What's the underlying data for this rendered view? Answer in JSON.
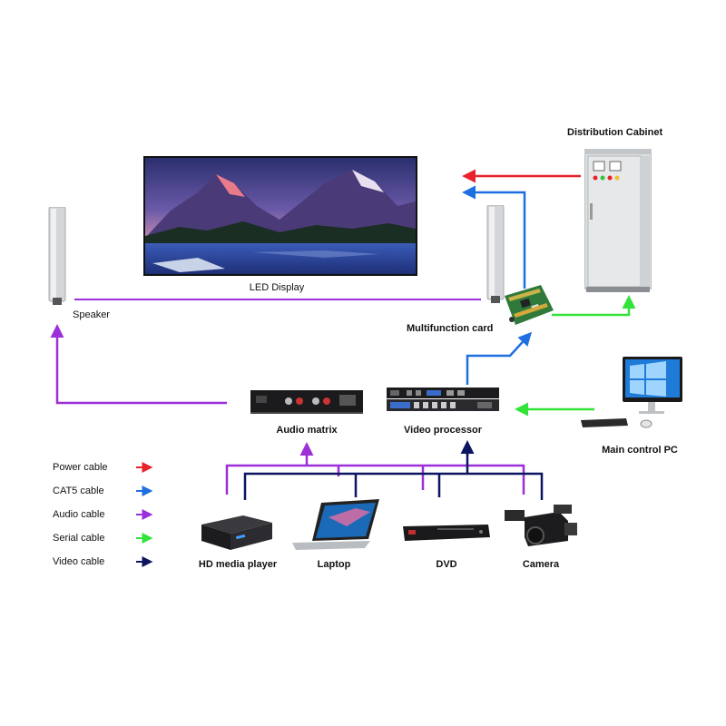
{
  "labels": {
    "distribution_cabinet": "Distribution Cabinet",
    "led_display": "LED Display",
    "speaker": "Speaker",
    "multifunction_card": "Multifunction card",
    "audio_matrix": "Audio matrix",
    "video_processor": "Video processor",
    "main_control_pc": "Main control PC",
    "hd_media_player": "HD media player",
    "laptop": "Laptop",
    "dvd": "DVD",
    "camera": "Camera"
  },
  "legend": [
    {
      "label": "Power cable",
      "color": "#e8222a"
    },
    {
      "label": "CAT5 cable",
      "color": "#1e6fe0"
    },
    {
      "label": "Audio cable",
      "color": "#9b2fd8"
    },
    {
      "label": "Serial cable",
      "color": "#33e33a"
    },
    {
      "label": "Video cable",
      "color": "#0d1560"
    }
  ],
  "colors": {
    "power": "#e8222a",
    "cat5": "#1e6fe0",
    "audio": "#9b2fd8",
    "serial": "#33e33a",
    "video": "#0d1560"
  },
  "icons": [
    "led-screen",
    "column-speaker",
    "control-board",
    "distribution-cabinet",
    "rack-device",
    "monitor",
    "keyboard",
    "mouse",
    "media-box",
    "laptop",
    "dvd-player",
    "video-camera"
  ]
}
